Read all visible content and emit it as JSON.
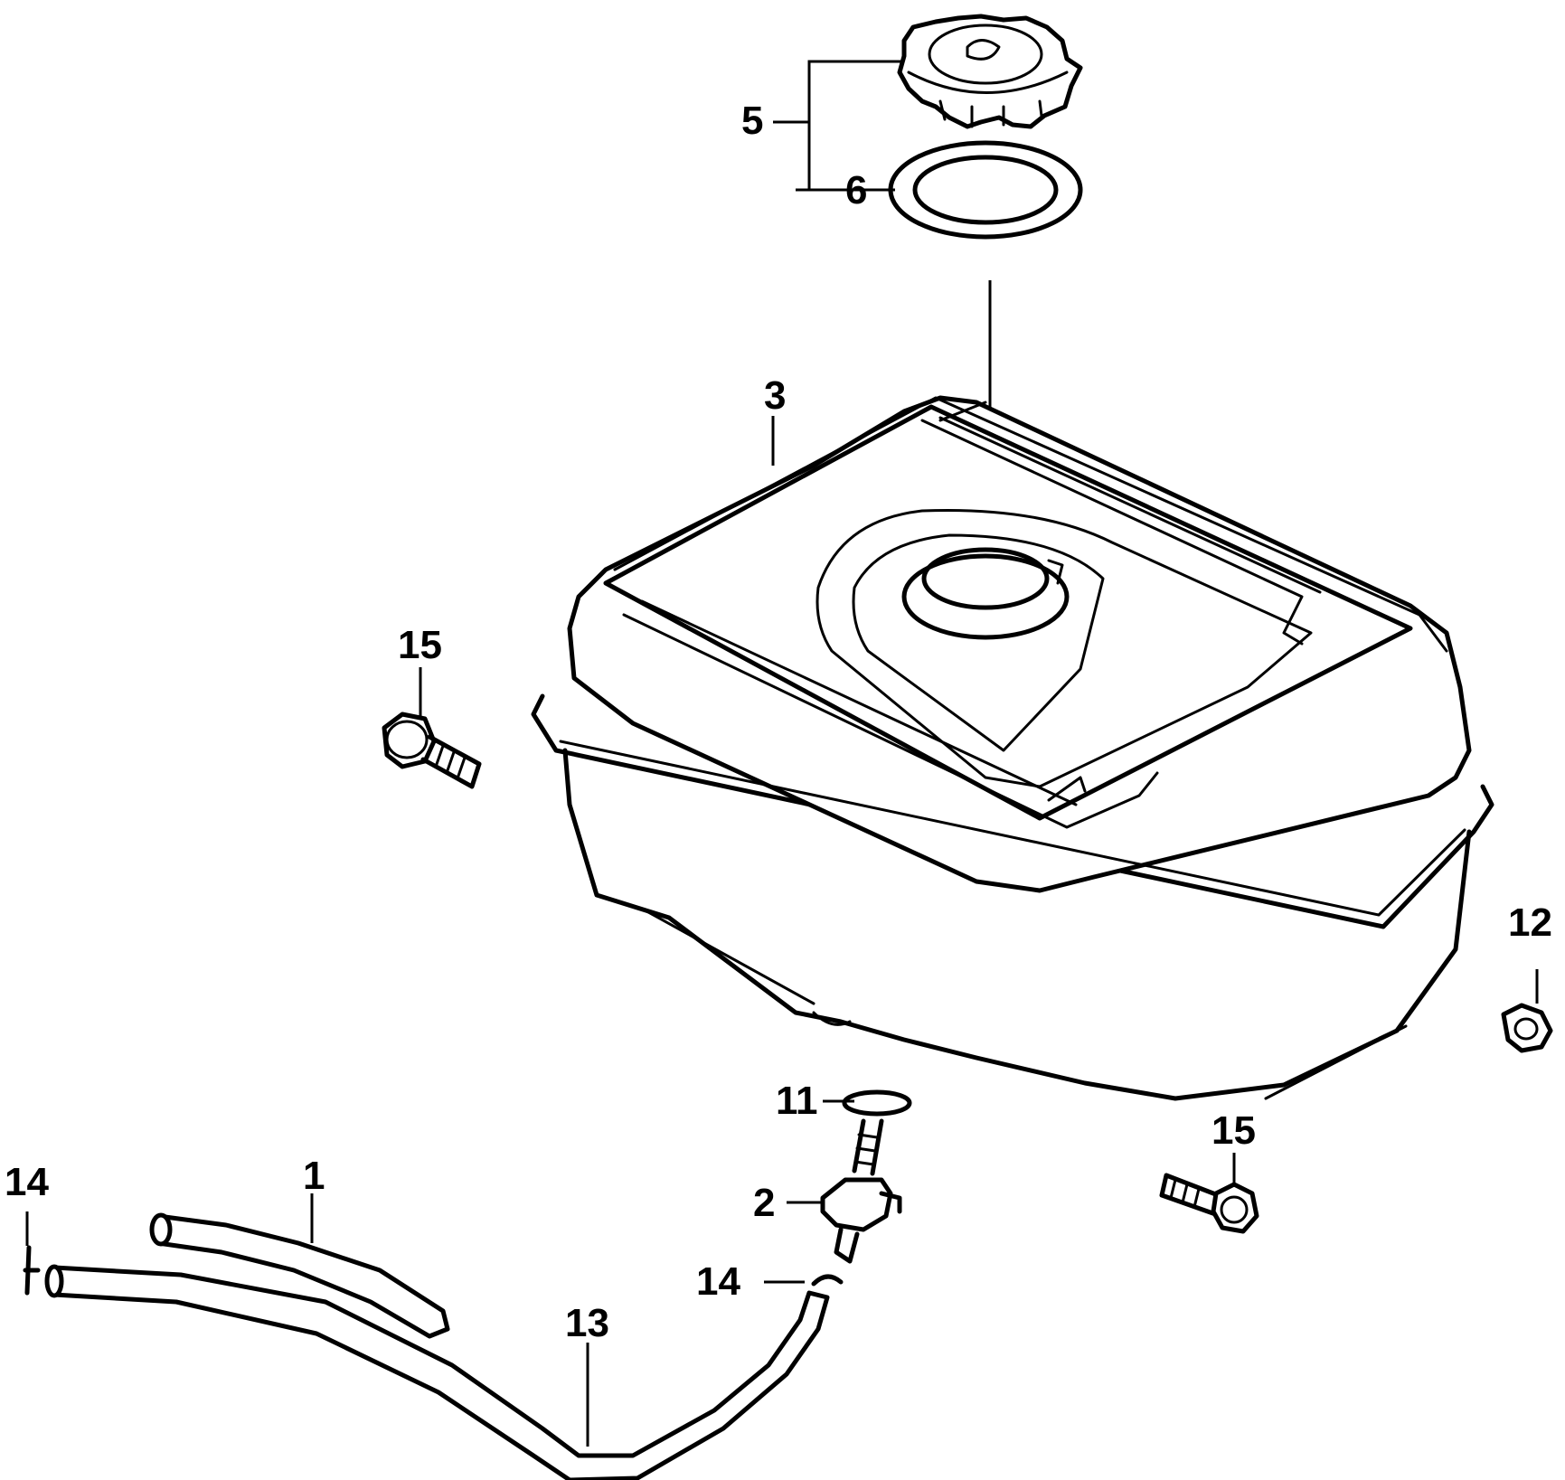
{
  "callouts": {
    "filler_cap": "5",
    "cap_gasket": "6",
    "fuel_tank": "3",
    "bolt_left": "15",
    "bolt_right": "15",
    "nut": "12",
    "strainer_gasket": "11",
    "fuel_cock": "2",
    "clip_left": "14",
    "clip_mid": "14",
    "tube_short": "1",
    "fuel_tube": "13"
  }
}
